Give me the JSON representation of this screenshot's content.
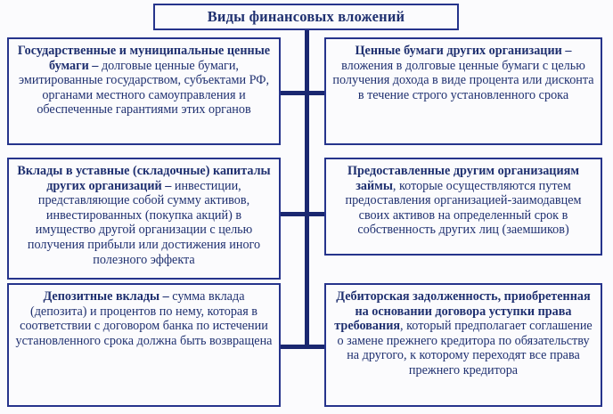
{
  "title": {
    "text": "Виды финансовых вложений"
  },
  "nodes": {
    "left": [
      {
        "id": "gos-municipal-cennye-bumagi",
        "bold": "Государственные и муниципальные ценные бумаги – ",
        "rest": "долговые ценные бумаги, эмитированные государством, субъектами РФ, органами местного самоуправления и обеспеченные гарантиями этих органов"
      },
      {
        "id": "vklady-v-ustavnye-kapitaly",
        "bold": "Вклады в уставные (складочные) капиталы других организаций – ",
        "rest": "инвестиции, представляющие собой сумму активов, инвестированных (покупка акций) в имущество другой организации с целью получения прибыли или достижения иного полезного эффекта"
      },
      {
        "id": "depozitnye-vklady",
        "bold": "Депозитные вклады – ",
        "rest": "сумма вклада (депозита) и процентов по нему, которая в соответствии с договором банка по истечении установленного срока должна быть возвращена"
      }
    ],
    "right": [
      {
        "id": "cennye-bumagi-drugih-organizacii",
        "bold": "Ценные бумаги других организации – ",
        "rest": "вложения в долговые ценные бумаги с целью получения дохода в виде процента или дисконта в течение строго установленного срока"
      },
      {
        "id": "predostavlennye-zajmy",
        "bold": "Предоставленные другим организациям займы",
        "rest": ", которые осуществляются путем предоставления организацией-заимодавцем своих активов на определенный срок в собственность других лиц (заемшиков)"
      },
      {
        "id": "debitorskaya-zadolzhennost",
        "bold": "Дебиторская задолженность, приобретенная на основании договора уступки права требования",
        "rest": ", который предполагает соглашение о замене прежнего кредитора по обязательству на другого, к которому переходят все права прежнего кредитора"
      }
    ]
  },
  "colors": {
    "border": "#26348c",
    "text": "#1f3070",
    "connector": "#1a2770",
    "background": "#fbfbfd"
  }
}
